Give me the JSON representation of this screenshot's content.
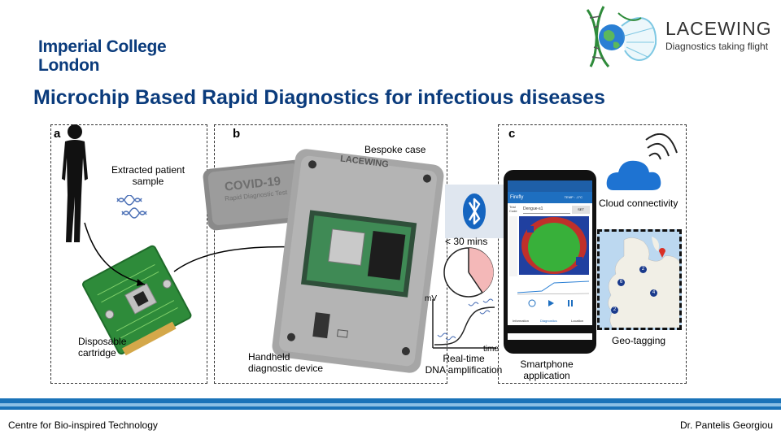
{
  "header": {
    "institution_line1": "Imperial College",
    "institution_line2": "London",
    "brand_name": "LACEWING",
    "brand_tagline": "Diagnostics taking flight",
    "title": "Microchip Based Rapid Diagnostics for infectious diseases"
  },
  "panels": {
    "a": {
      "label": "a",
      "sample_caption_1": "Extracted patient",
      "sample_caption_2": "sample",
      "cartridge_caption_1": "Disposable",
      "cartridge_caption_2": "cartridge"
    },
    "b": {
      "label": "b",
      "case_caption": "Bespoke case",
      "case_print_1": "COVID-19",
      "case_print_2": "Rapid Diagnostic Test",
      "device_brand": "LACEWING",
      "device_caption_1": "Handheld",
      "device_caption_2": "diagnostic device",
      "timer_caption": "< 30 mins",
      "amp_y_label": "mV",
      "amp_x_label": "time",
      "amp_caption_1": "Real-time",
      "amp_caption_2": "DNA amplification"
    },
    "c": {
      "label": "c",
      "cloud_caption": "Cloud connectivity",
      "geo_caption": "Geo-tagging",
      "phone_caption_1": "Smartphone",
      "phone_caption_2": "application",
      "app_name": "Firefly",
      "app_temp": "TEMP : -1°C",
      "app_trial_label": "Trial Code",
      "app_trial_value": "Dengue-s1",
      "app_set": "SET",
      "app_tab_info": "Information",
      "app_tab_diag": "Diagnostics",
      "app_tab_loc": "Location",
      "map_counts": [
        "2",
        "6",
        "4",
        "2"
      ]
    }
  },
  "footer": {
    "left": "Centre for Bio-inspired Technology",
    "right": "Dr. Pantelis Georgiou"
  },
  "colors": {
    "imperial_blue": "#0a3b7c",
    "footer_blue": "#1a73b8",
    "bluetooth_blue": "#1565c0",
    "pcb_green": "#2e8b3a"
  }
}
